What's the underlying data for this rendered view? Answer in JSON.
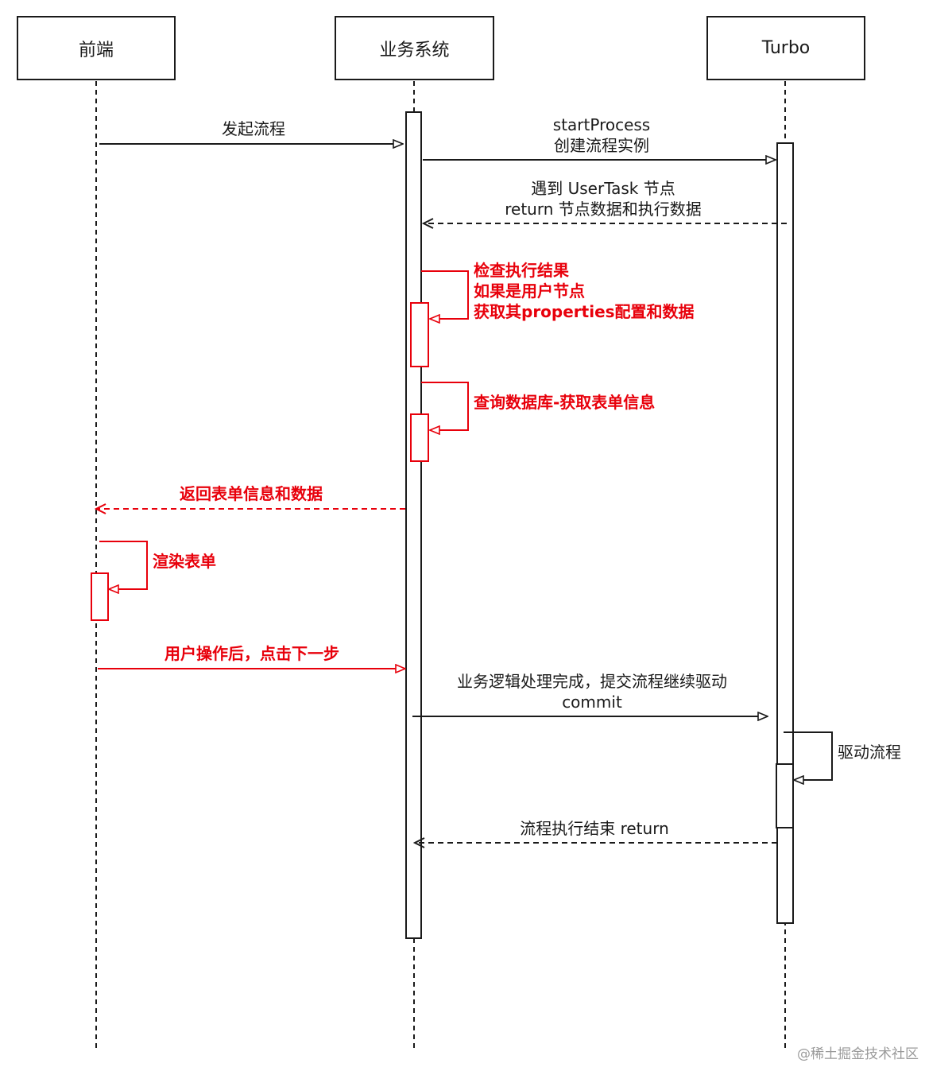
{
  "participants": {
    "frontend": "前端",
    "business": "业务系统",
    "turbo": "Turbo"
  },
  "messages": {
    "m1": "发起流程",
    "m2_line1": "startProcess",
    "m2_line2": "创建流程实例",
    "m3_line1": "遇到 UserTask 节点",
    "m3_line2": "return 节点数据和执行数据",
    "self1_line1": "检查执行结果",
    "self1_line2": "如果是用户节点",
    "self1_line3": "获取其properties配置和数据",
    "self2": "查询数据库-获取表单信息",
    "m4": "返回表单信息和数据",
    "self3": "渲染表单",
    "m5": "用户操作后，点击下一步",
    "m6_line1": "业务逻辑处理完成，提交流程继续驱动",
    "m6_line2": "commit",
    "self4": "驱动流程",
    "m7": "流程执行结束 return"
  },
  "watermark": "@稀土掘金技术社区",
  "colors": {
    "stroke": "#1a1a1a",
    "highlight": "#e8000b"
  }
}
